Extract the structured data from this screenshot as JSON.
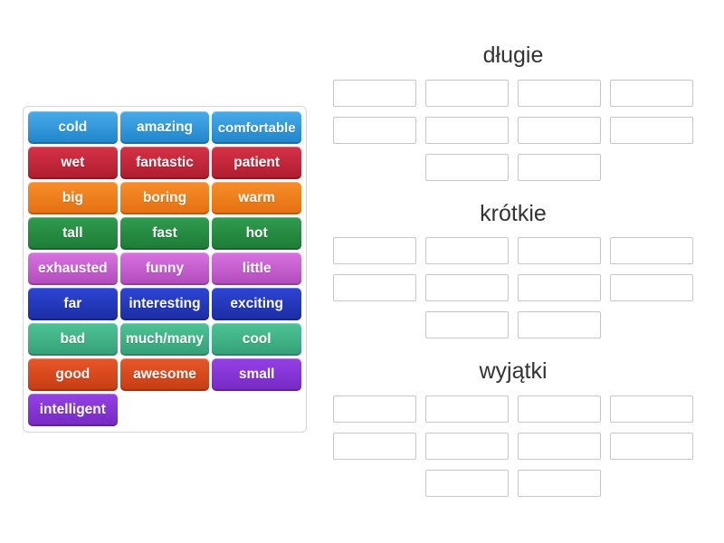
{
  "word_bank": {
    "tiles": [
      {
        "label": "cold",
        "color": "blue"
      },
      {
        "label": "amazing",
        "color": "blue"
      },
      {
        "label": "comfortable",
        "color": "blue"
      },
      {
        "label": "wet",
        "color": "crimson"
      },
      {
        "label": "fantastic",
        "color": "crimson"
      },
      {
        "label": "patient",
        "color": "crimson"
      },
      {
        "label": "big",
        "color": "orange"
      },
      {
        "label": "boring",
        "color": "orange"
      },
      {
        "label": "warm",
        "color": "orange"
      },
      {
        "label": "tall",
        "color": "green"
      },
      {
        "label": "fast",
        "color": "green"
      },
      {
        "label": "hot",
        "color": "green"
      },
      {
        "label": "exhausted",
        "color": "orchid"
      },
      {
        "label": "funny",
        "color": "orchid"
      },
      {
        "label": "little",
        "color": "orchid"
      },
      {
        "label": "far",
        "color": "royal"
      },
      {
        "label": "interesting",
        "color": "royal"
      },
      {
        "label": "exciting",
        "color": "royal"
      },
      {
        "label": "bad",
        "color": "seafoam"
      },
      {
        "label": "much/many",
        "color": "seafoam"
      },
      {
        "label": "cool",
        "color": "seafoam"
      },
      {
        "label": "good",
        "color": "vermilion"
      },
      {
        "label": "awesome",
        "color": "vermilion"
      },
      {
        "label": "small",
        "color": "purple"
      },
      {
        "label": "intelligent",
        "color": "purple"
      }
    ]
  },
  "groups": [
    {
      "label": "długie",
      "slot_rows": [
        4,
        4,
        2
      ]
    },
    {
      "label": "krótkie",
      "slot_rows": [
        4,
        4,
        2
      ]
    },
    {
      "label": "wyjątki",
      "slot_rows": [
        4,
        4,
        2
      ]
    }
  ],
  "colors": {
    "blue": {
      "top": "#48abe9",
      "bottom": "#1e85ca"
    },
    "crimson": {
      "top": "#d63246",
      "bottom": "#ae1c2e"
    },
    "orange": {
      "top": "#f78e29",
      "bottom": "#e56f10"
    },
    "green": {
      "top": "#2f9c4e",
      "bottom": "#1e7b35"
    },
    "orchid": {
      "top": "#d973e1",
      "bottom": "#b14aba"
    },
    "royal": {
      "top": "#2c45d3",
      "bottom": "#1c2ea4"
    },
    "seafoam": {
      "top": "#4dc495",
      "bottom": "#34a077"
    },
    "vermilion": {
      "top": "#e85628",
      "bottom": "#c53d13"
    },
    "purple": {
      "top": "#9441e5",
      "bottom": "#7529c2"
    },
    "title_text": "#333333",
    "slot_border": "#c6c6c6"
  }
}
